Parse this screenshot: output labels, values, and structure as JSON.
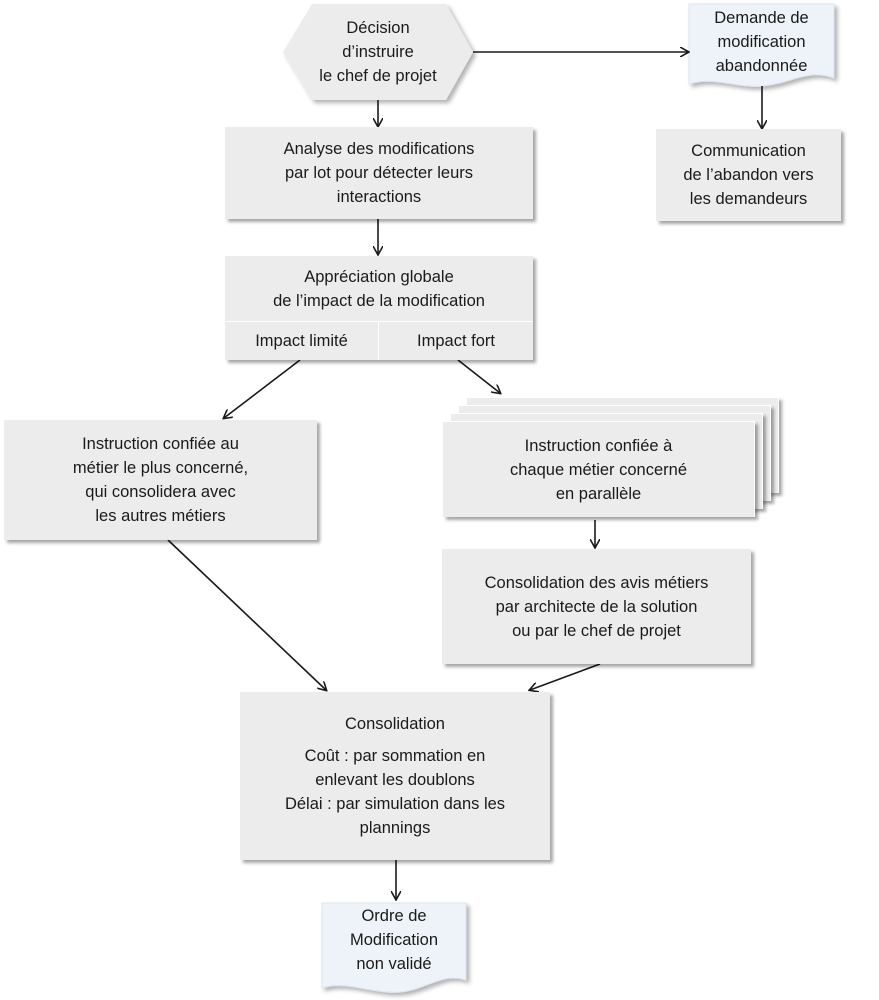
{
  "nodes": {
    "decision": [
      "Décision",
      "d’instruire",
      "le chef de projet"
    ],
    "demande_abandonnee": [
      "Demande de",
      "modification",
      "abandonnée"
    ],
    "analyse": [
      "Analyse des modifications",
      "par lot pour détecter leurs",
      "interactions"
    ],
    "communication": [
      "Communication",
      "de l’abandon vers",
      "les demandeurs"
    ],
    "appreciation": [
      "Appréciation globale",
      "de l’impact de la modification"
    ],
    "impact_limite": "Impact limité",
    "impact_fort": "Impact fort",
    "instruction_metier": [
      "Instruction confiée au",
      "métier le plus concerné,",
      "qui consolidera avec",
      "les autres métiers"
    ],
    "instruction_parallele": [
      "Instruction confiée à",
      "chaque métier concerné",
      "en parallèle"
    ],
    "consolidation_avis": [
      "Consolidation des avis métiers",
      "par architecte de la solution",
      "ou par le chef de projet"
    ],
    "consolidation": {
      "title": "Consolidation",
      "lines": [
        "Coût : par sommation en",
        "enlevant les doublons",
        "Délai : par simulation dans les",
        "plannings"
      ]
    },
    "ordre": [
      "Ordre de",
      "Modification",
      "non validé"
    ]
  },
  "colors": {
    "box_fill": "#ececec",
    "doc_fill": "#edf3f8",
    "arrow": "#1a1a1a"
  }
}
